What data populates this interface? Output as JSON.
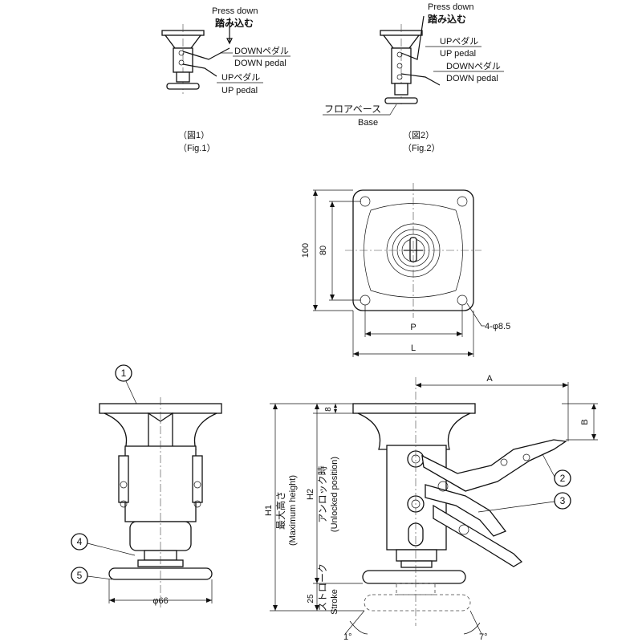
{
  "fig1": {
    "press_down_en": "Press down",
    "press_down_jp": "踏み込む",
    "down_pedal_jp": "DOWNペダル",
    "down_pedal_en": "DOWN pedal",
    "up_pedal_jp": "UPペダル",
    "up_pedal_en": "UP pedal",
    "caption_jp": "（図1）",
    "caption_en": "（Fig.1）"
  },
  "fig2": {
    "press_down_en": "Press down",
    "press_down_jp": "踏み込む",
    "up_pedal_jp": "UPペダル",
    "up_pedal_en": "UP pedal",
    "down_pedal_jp": "DOWNペダル",
    "down_pedal_en": "DOWN pedal",
    "base_jp": "フロアベース",
    "base_en": "Base",
    "caption_jp": "（図2）",
    "caption_en": "（Fig.2）"
  },
  "top_view": {
    "dim_height": "100",
    "dim_inner": "80",
    "dim_p": "P",
    "dim_l": "L",
    "holes": "4-φ8.5"
  },
  "front_view": {
    "diameter": "φ66",
    "balloons": [
      "1",
      "4",
      "5"
    ]
  },
  "side_view": {
    "dim_a": "A",
    "dim_b": "B",
    "dim_8": "8",
    "h1": "H1",
    "max_height_jp": "最大高さ",
    "max_height_en": "(Maximum height)",
    "h2": "H2",
    "unlocked_jp": "アンロック時",
    "unlocked_en": "(Unlocked position)",
    "stroke_jp": "ストローク",
    "stroke_en": "Stroke",
    "dim_25": "25",
    "angle_left": "1°",
    "angle_right": "7°",
    "balloons": [
      "2",
      "3"
    ]
  }
}
